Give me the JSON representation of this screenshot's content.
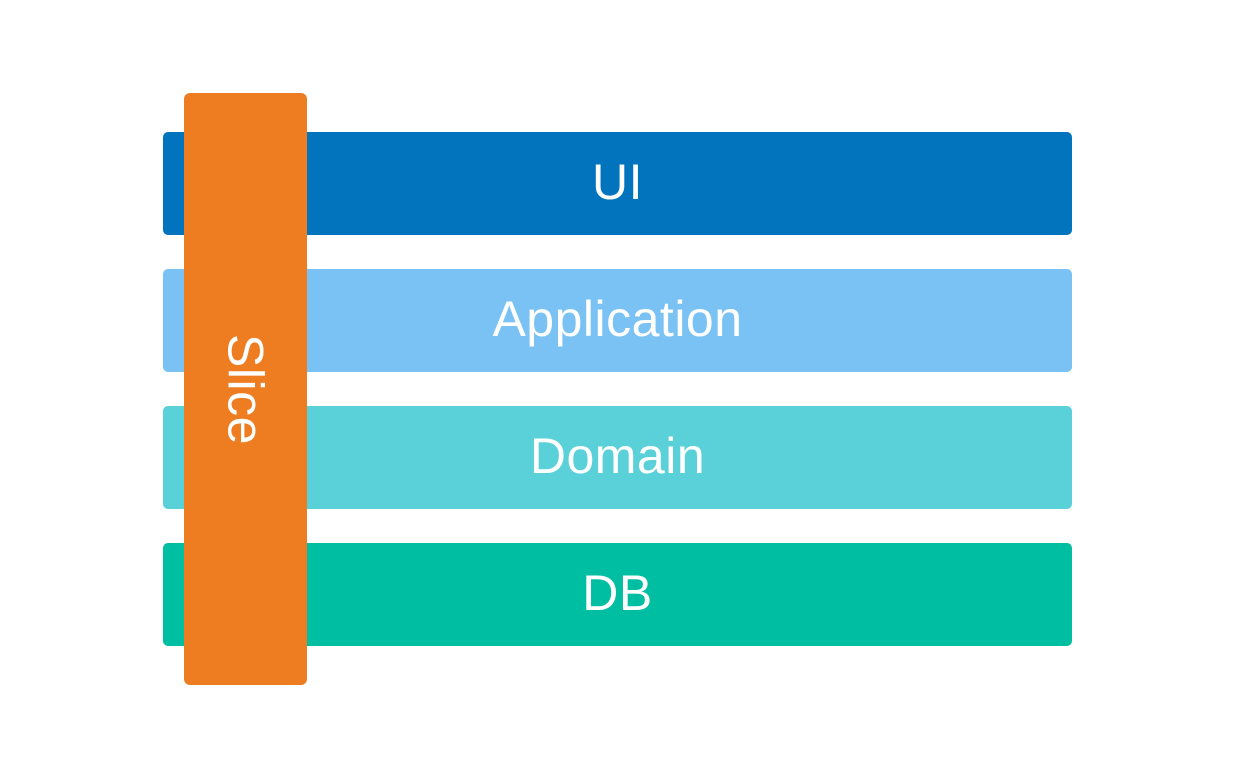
{
  "diagram": {
    "background": "#FFFFFF",
    "text_color": "#FFFFFF",
    "slice": {
      "label": "Slice",
      "color": "#EE7D22"
    },
    "layers": [
      {
        "label": "UI",
        "color": "#0274BE"
      },
      {
        "label": "Application",
        "color": "#7AC2F3"
      },
      {
        "label": "Domain",
        "color": "#5AD1D8"
      },
      {
        "label": "DB",
        "color": "#00BEA1"
      }
    ]
  }
}
